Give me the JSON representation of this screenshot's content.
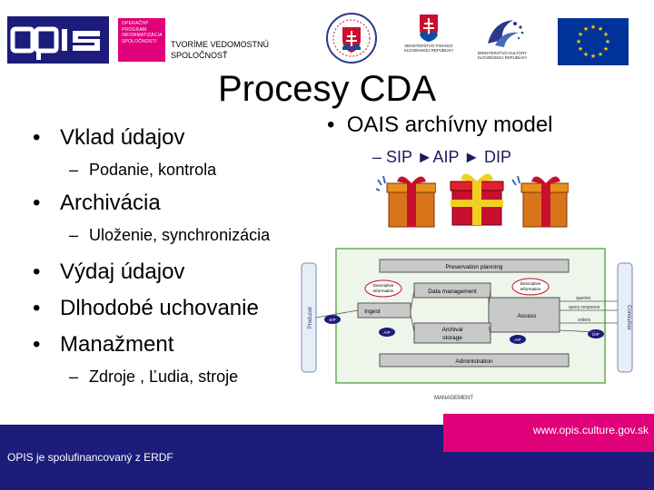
{
  "header": {
    "opis_logo_text": "opis",
    "program_lines": [
      "OPERAČNÝ",
      "PROGRAM",
      "INFORMATIZÁCIA",
      "SPOLOČNOSTI"
    ],
    "tagline_lines": [
      "TVORÍME VEDOMOSTNÚ",
      "SPOLOČNOSŤ"
    ],
    "ministry_finance_lines": [
      "MINISTERSTVO FINANCIÍ",
      "SLOVENSKEJ REPUBLIKY"
    ],
    "ministry_culture_lines": [
      "MINISTERSTVO KULTÚRY",
      "SLOVENSKEJ REPUBLIKY"
    ]
  },
  "title": "Procesy CDA",
  "left_bullets": [
    {
      "text": "Vklad údajov",
      "sub": [
        "Podanie, kontrola"
      ]
    },
    {
      "text": "Archivácia",
      "sub": [
        "Uloženie, synchronizácia"
      ]
    },
    {
      "text": "Výdaj údajov",
      "sub": []
    },
    {
      "text": "Dlhodobé uchovanie",
      "sub": []
    },
    {
      "text": "Manažment",
      "sub": [
        "Zdroje , Ľudia, stroje"
      ]
    }
  ],
  "right": {
    "bullet": "OAIS archívny model",
    "sub": "– SIP ►AIP ► DIP"
  },
  "diagram": {
    "preservation_planning": "Preservation planning",
    "descriptive_info_left": [
      "Descriptive",
      "Information"
    ],
    "descriptive_info_right": [
      "Descriptive",
      "Information"
    ],
    "data_management": "Data management",
    "ingest": "Ingest",
    "access": "Access",
    "archival_storage": [
      "Archival",
      "storage"
    ],
    "administration": "Administration",
    "management": "MANAGEMENT",
    "producer": "Producer",
    "consumer": "Consumer",
    "sip": "SIP",
    "aip_left": "AIP",
    "aip_right": "AIP",
    "dip": "DIP",
    "queries": "queries",
    "query_response": "query response",
    "orders": "orders"
  },
  "footer": {
    "url": "www.opis.culture.gov.sk",
    "erdf": "OPIS je spolufinancovaný z ERDF"
  },
  "colors": {
    "brand_pink": "#e0007a",
    "footer_navy": "#1c1c7a",
    "eu_blue": "#003399",
    "eu_star": "#ffcc00",
    "diagram_green": "#8bbf7a",
    "diagram_box": "#c9c9c9"
  }
}
